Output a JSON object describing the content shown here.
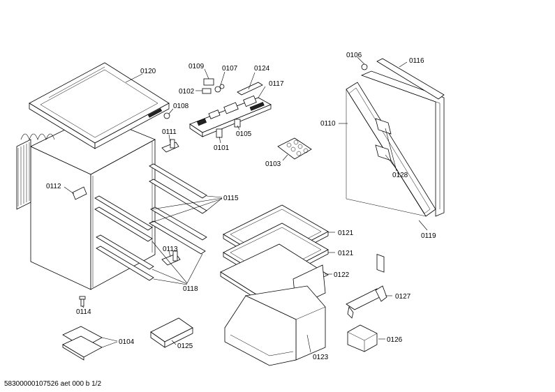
{
  "footer": "58300000107526 aet 000 b 1/2",
  "labels": {
    "p0120": "0120",
    "p0109": "0109",
    "p0107": "0107",
    "p0124": "0124",
    "p0102": "0102",
    "p0117": "0117",
    "p0108": "0108",
    "p0111": "0111",
    "p0101": "0101",
    "p0105": "0105",
    "p0103": "0103",
    "p0106": "0106",
    "p0116": "0116",
    "p0110": "0110",
    "p0128": "0128",
    "p0119": "0119",
    "p0112": "0112",
    "p0115": "0115",
    "p0113": "0113",
    "p0118": "0118",
    "p0114": "0114",
    "p0121a": "0121",
    "p0121b": "0121",
    "p0122": "0122",
    "p0127": "0127",
    "p0123": "0123",
    "p0126": "0126",
    "p0104": "0104",
    "p0125": "0125"
  }
}
